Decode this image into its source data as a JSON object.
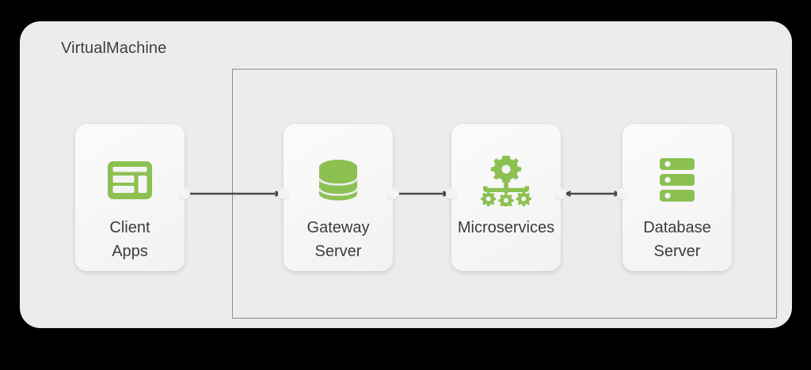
{
  "diagram": {
    "title": "VirtualMachine",
    "canvas": {
      "background_color": "#000000",
      "panel_color": "#ececec",
      "accent_color": "#8CC152",
      "text_color": "#3b3b3b",
      "border_color": "#8c8c8c",
      "arrow_color": "#4a4a4a"
    },
    "boundary": {
      "label": "VirtualMachine"
    },
    "nodes": [
      {
        "id": "client-apps",
        "label_line1": "Client",
        "label_line2": "Apps",
        "icon": "dashboard-layout-icon",
        "inside_vm": false
      },
      {
        "id": "gateway-server",
        "label_line1": "Gateway",
        "label_line2": "Server",
        "icon": "database-cylinder-icon",
        "inside_vm": true
      },
      {
        "id": "microservices",
        "label_line1": "Microservices",
        "label_line2": "",
        "icon": "gears-tree-icon",
        "inside_vm": true
      },
      {
        "id": "database-server",
        "label_line1": "Database",
        "label_line2": "Server",
        "icon": "server-racks-icon",
        "inside_vm": true
      }
    ],
    "connections": [
      {
        "id": "client-to-gateway",
        "from": "client-apps",
        "to": "gateway-server",
        "direction": "one-way"
      },
      {
        "id": "gateway-to-micro",
        "from": "gateway-server",
        "to": "microservices",
        "direction": "one-way"
      },
      {
        "id": "micro-to-database",
        "from": "microservices",
        "to": "database-server",
        "direction": "two-way"
      }
    ]
  }
}
